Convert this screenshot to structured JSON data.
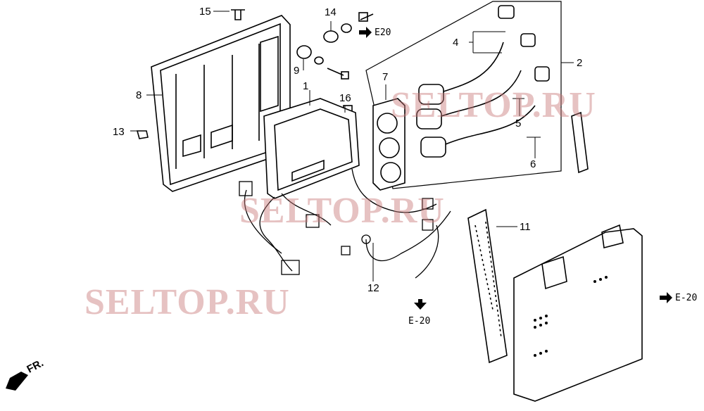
{
  "diagram": {
    "part_labels": [
      "1",
      "2",
      "4",
      "5",
      "6",
      "7",
      "8",
      "9",
      "11",
      "12",
      "13",
      "14",
      "15",
      "16"
    ],
    "references": {
      "e20_top": "E20",
      "e20_bottom": "E-20",
      "e20_right": "E-20"
    },
    "direction": "FR.",
    "watermark": "SELTOP.RU"
  }
}
